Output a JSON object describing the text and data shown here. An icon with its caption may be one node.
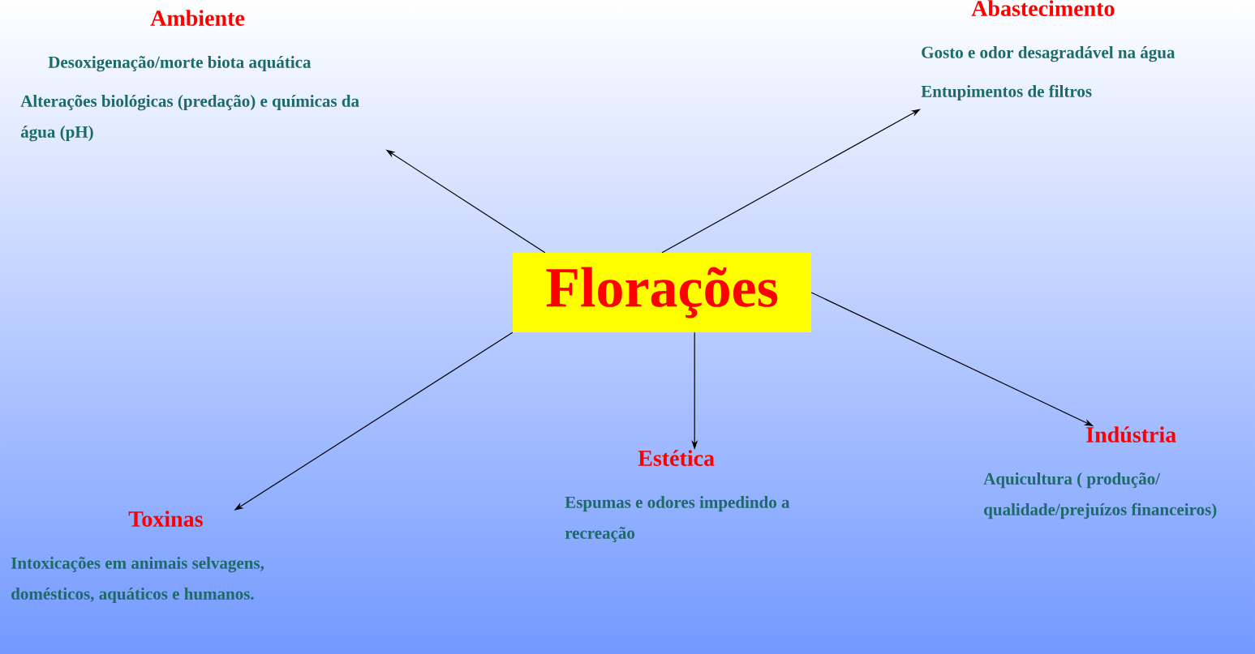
{
  "diagram": {
    "nodes": [
      {
        "text": [
          "Ambiente",
          "Desoxigenação/morte biota aquática",
          "Alterações biológicas (predação) e químicas da água (pH)"
        ]
      },
      {
        "text": [
          "Abastecimento",
          "Gosto e odor desagradável na água",
          "Entupimentos de filtros"
        ]
      },
      {
        "text": [
          "Florações"
        ]
      },
      {
        "text": [
          "Indústria",
          "Aquicultura ( produção/ qualidade/prejuízos financeiros)"
        ]
      },
      {
        "text": [
          "Estética",
          "Espumas e odores impedindo a recreação"
        ]
      },
      {
        "text": [
          "Toxinas",
          "Intoxicações em animais selvagens, domésticos, aquáticos e humanos."
        ]
      }
    ],
    "edges": [
      {
        "from": 2,
        "to": 0,
        "arrow": "to"
      },
      {
        "from": 2,
        "to": 1,
        "arrow": "to"
      },
      {
        "from": 2,
        "to": 3,
        "arrow": "to"
      },
      {
        "from": 2,
        "to": 4,
        "arrow": "to"
      },
      {
        "from": 2,
        "to": 5,
        "arrow": "to"
      }
    ]
  }
}
